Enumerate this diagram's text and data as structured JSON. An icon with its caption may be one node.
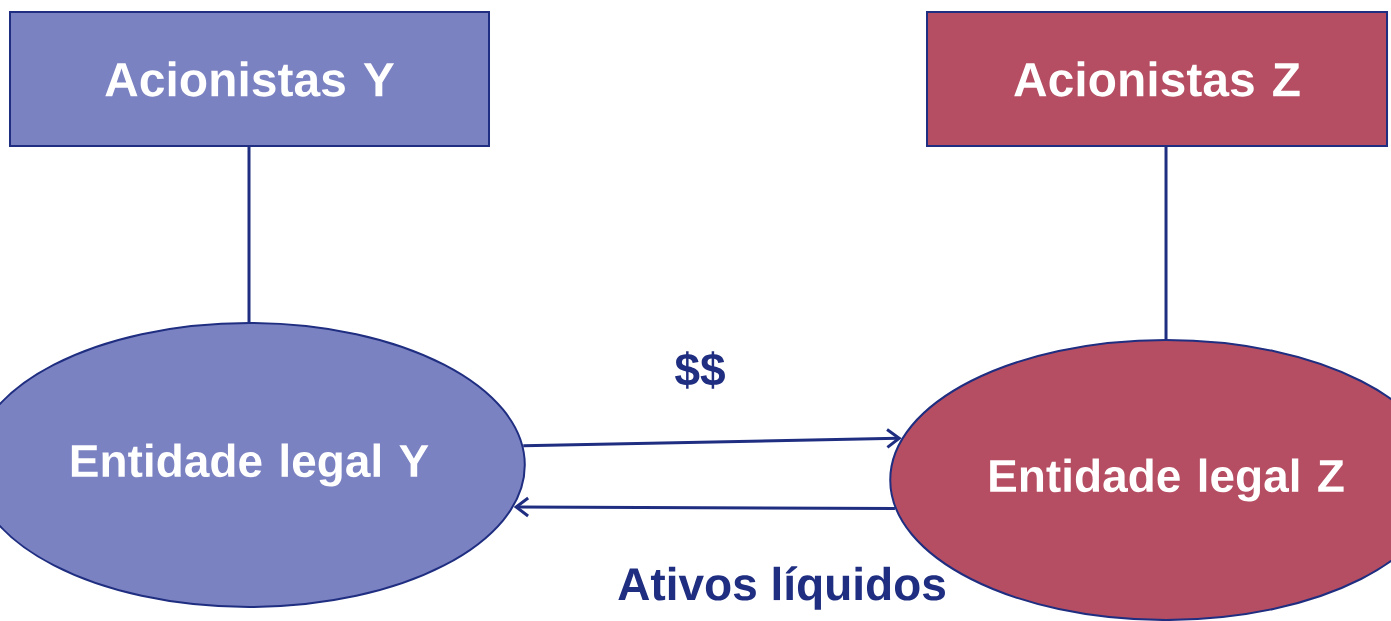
{
  "diagram": {
    "nodes": [
      {
        "text": [
          "Acionistas Y"
        ]
      },
      {
        "text": [
          "Acionistas Z"
        ]
      },
      {
        "text": [
          "Entidade legal Y"
        ]
      },
      {
        "text": [
          "Entidade legal Z"
        ]
      }
    ],
    "edges": [
      {
        "from": 0,
        "to": 2,
        "arrow": "none"
      },
      {
        "from": 1,
        "to": 3,
        "arrow": "none"
      },
      {
        "from": 2,
        "to": 3,
        "arrow": "to",
        "label": "$$"
      },
      {
        "from": 3,
        "to": 2,
        "arrow": "to",
        "label": "Ativos líquidos"
      }
    ]
  }
}
